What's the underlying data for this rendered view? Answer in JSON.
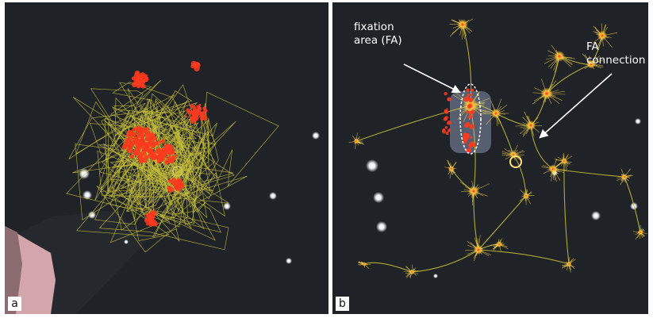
{
  "panels": [
    {
      "label": "a"
    },
    {
      "label": "b"
    }
  ],
  "annotations": {
    "fixation_area_line1": "fixation",
    "fixation_area_line2": "area (FA)",
    "fa_connection_line1": "FA",
    "fa_connection_line2": "connection"
  },
  "colors": {
    "background": "#1f2226",
    "trajectory": "#c9c23a",
    "fixation": "#ff3a1f",
    "glow": "#ffd84a",
    "arrow": "#ffffff"
  }
}
